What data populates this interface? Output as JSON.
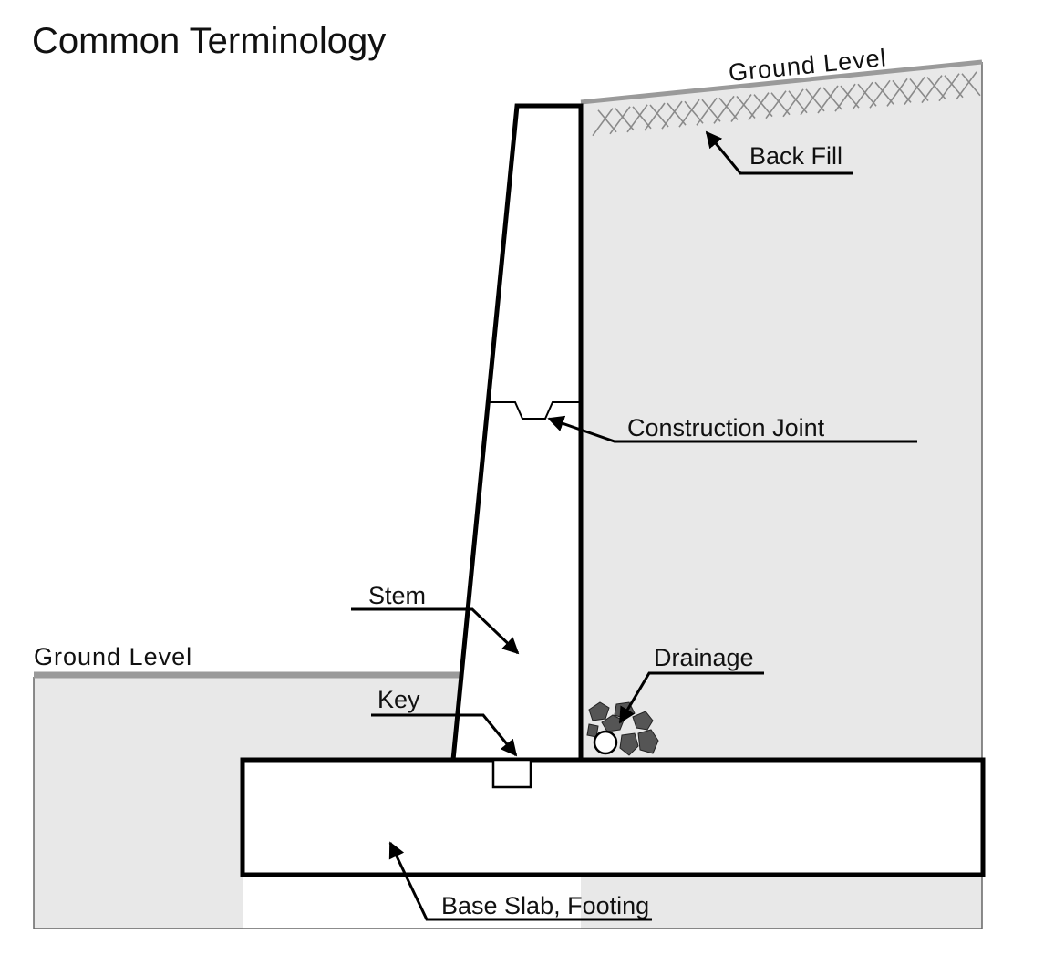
{
  "title": "Common Terminology",
  "labels": {
    "ground_level_right": "Ground Level",
    "back_fill": "Back Fill",
    "construction_joint": "Construction Joint",
    "stem": "Stem",
    "ground_level_left": "Ground Level",
    "drainage": "Drainage",
    "key": "Key",
    "base_slab": "Base Slab, Footing"
  },
  "colors": {
    "soil_fill": "#e8e8e8",
    "ground_line": "#9a9a9a",
    "outline": "#000000",
    "gravel": "#555555"
  }
}
